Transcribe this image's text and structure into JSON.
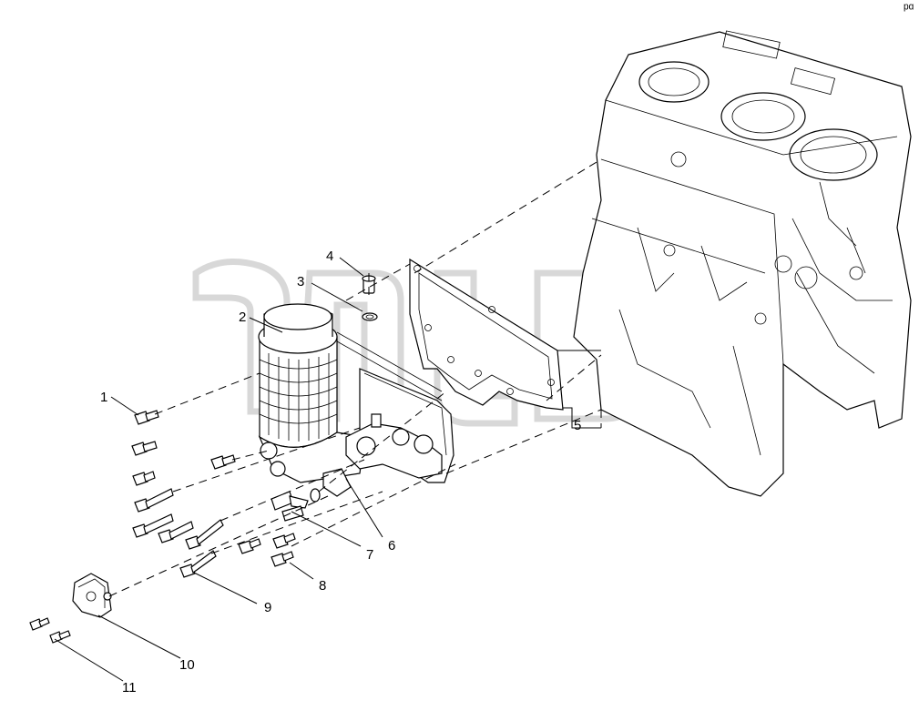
{
  "diagram": {
    "corner_mark": "ᵖᵅ",
    "watermark_text": "",
    "callouts": [
      {
        "id": "1",
        "label": "1"
      },
      {
        "id": "2",
        "label": "2"
      },
      {
        "id": "3",
        "label": "3"
      },
      {
        "id": "4",
        "label": "4"
      },
      {
        "id": "5",
        "label": "5"
      },
      {
        "id": "6",
        "label": "6"
      },
      {
        "id": "7",
        "label": "7"
      },
      {
        "id": "8",
        "label": "8"
      },
      {
        "id": "9",
        "label": "9"
      },
      {
        "id": "10",
        "label": "10"
      },
      {
        "id": "11",
        "label": "11"
      }
    ]
  }
}
